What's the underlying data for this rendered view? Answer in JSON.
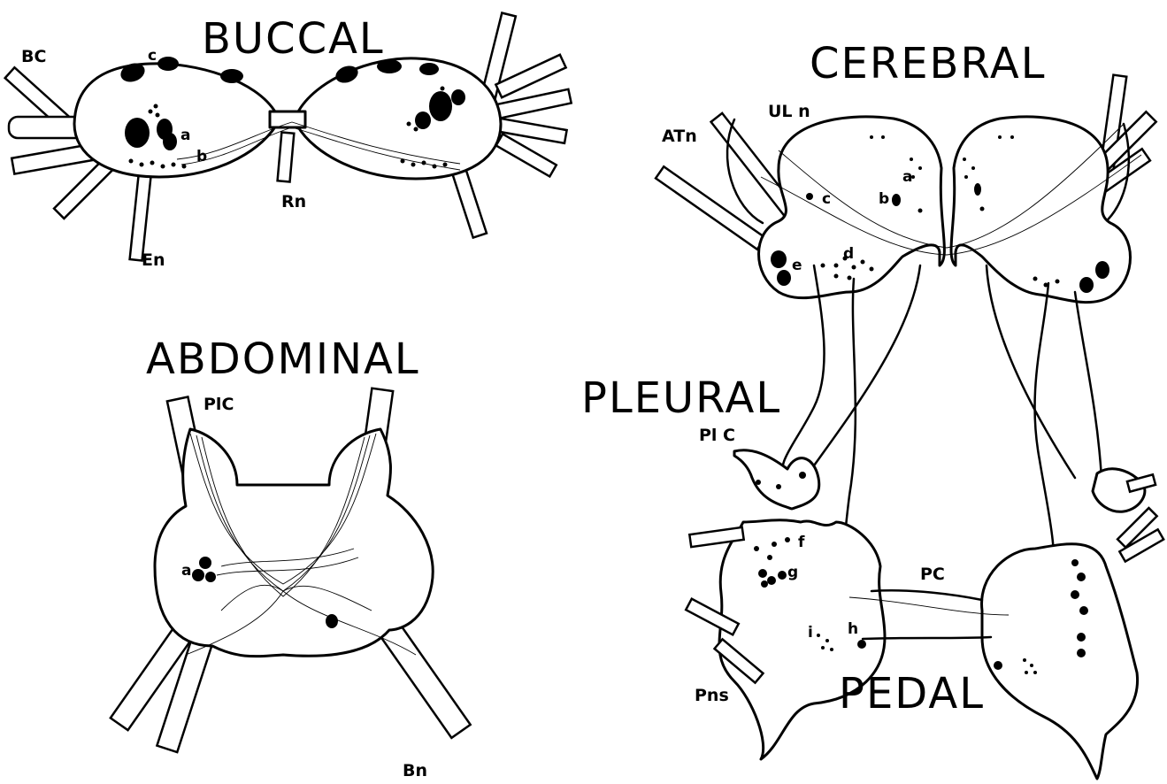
{
  "titles": {
    "buccal": "BUCCAL",
    "cerebral": "CEREBRAL",
    "abdominal": "ABDOMINAL",
    "pleural": "PLEURAL",
    "pedal": "PEDAL"
  },
  "labels": {
    "buccal_bc": "BC",
    "buccal_c": "c",
    "buccal_a": "a",
    "buccal_b": "b",
    "buccal_rn": "Rn",
    "buccal_en": "En",
    "abdominal_plc": "PlC",
    "abdominal_a": "a",
    "abdominal_bn": "Bn",
    "cerebral_uln": "UL n",
    "cerebral_atn": "ATn",
    "cerebral_a": "a",
    "cerebral_b": "b",
    "cerebral_c": "c",
    "cerebral_d": "d",
    "cerebral_e": "e",
    "pleural_plc": "Pl C",
    "pedal_f": "f",
    "pedal_g": "g",
    "pedal_h": "h",
    "pedal_i": "i",
    "pedal_pc": "PC",
    "pedal_pns": "Pns"
  }
}
